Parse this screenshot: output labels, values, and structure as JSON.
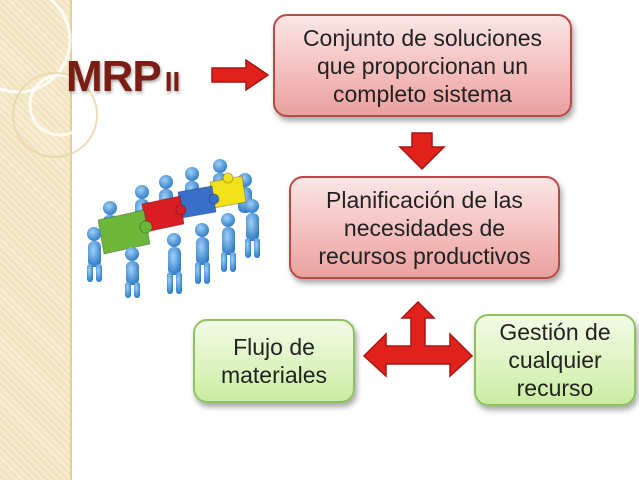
{
  "slide": {
    "title_main": "MRP",
    "title_suffix": "II",
    "boxes": {
      "top": "Conjunto de soluciones\nque proporcionan un\ncompleto sistema",
      "middle": "Planificación de las\nnecesidades de\nrecursos productivos",
      "left": "Flujo de\nmateriales",
      "right": "Gestión de\ncualquier\nrecurso"
    }
  },
  "colors": {
    "title": "#7a1d12",
    "arrow": "#e0211c",
    "red_box_border": "#b84a45",
    "green_box_border": "#8fc25f",
    "band": "#f3e4c0",
    "puzzle": [
      "#f2e21b",
      "#3a6fc9",
      "#d81e24",
      "#6cb63a"
    ],
    "figures": "#3b8fd8"
  },
  "icons": [
    "puzzle-team-illustration",
    "arrow-right-icon",
    "arrow-down-icon",
    "three-way-arrow-icon"
  ]
}
